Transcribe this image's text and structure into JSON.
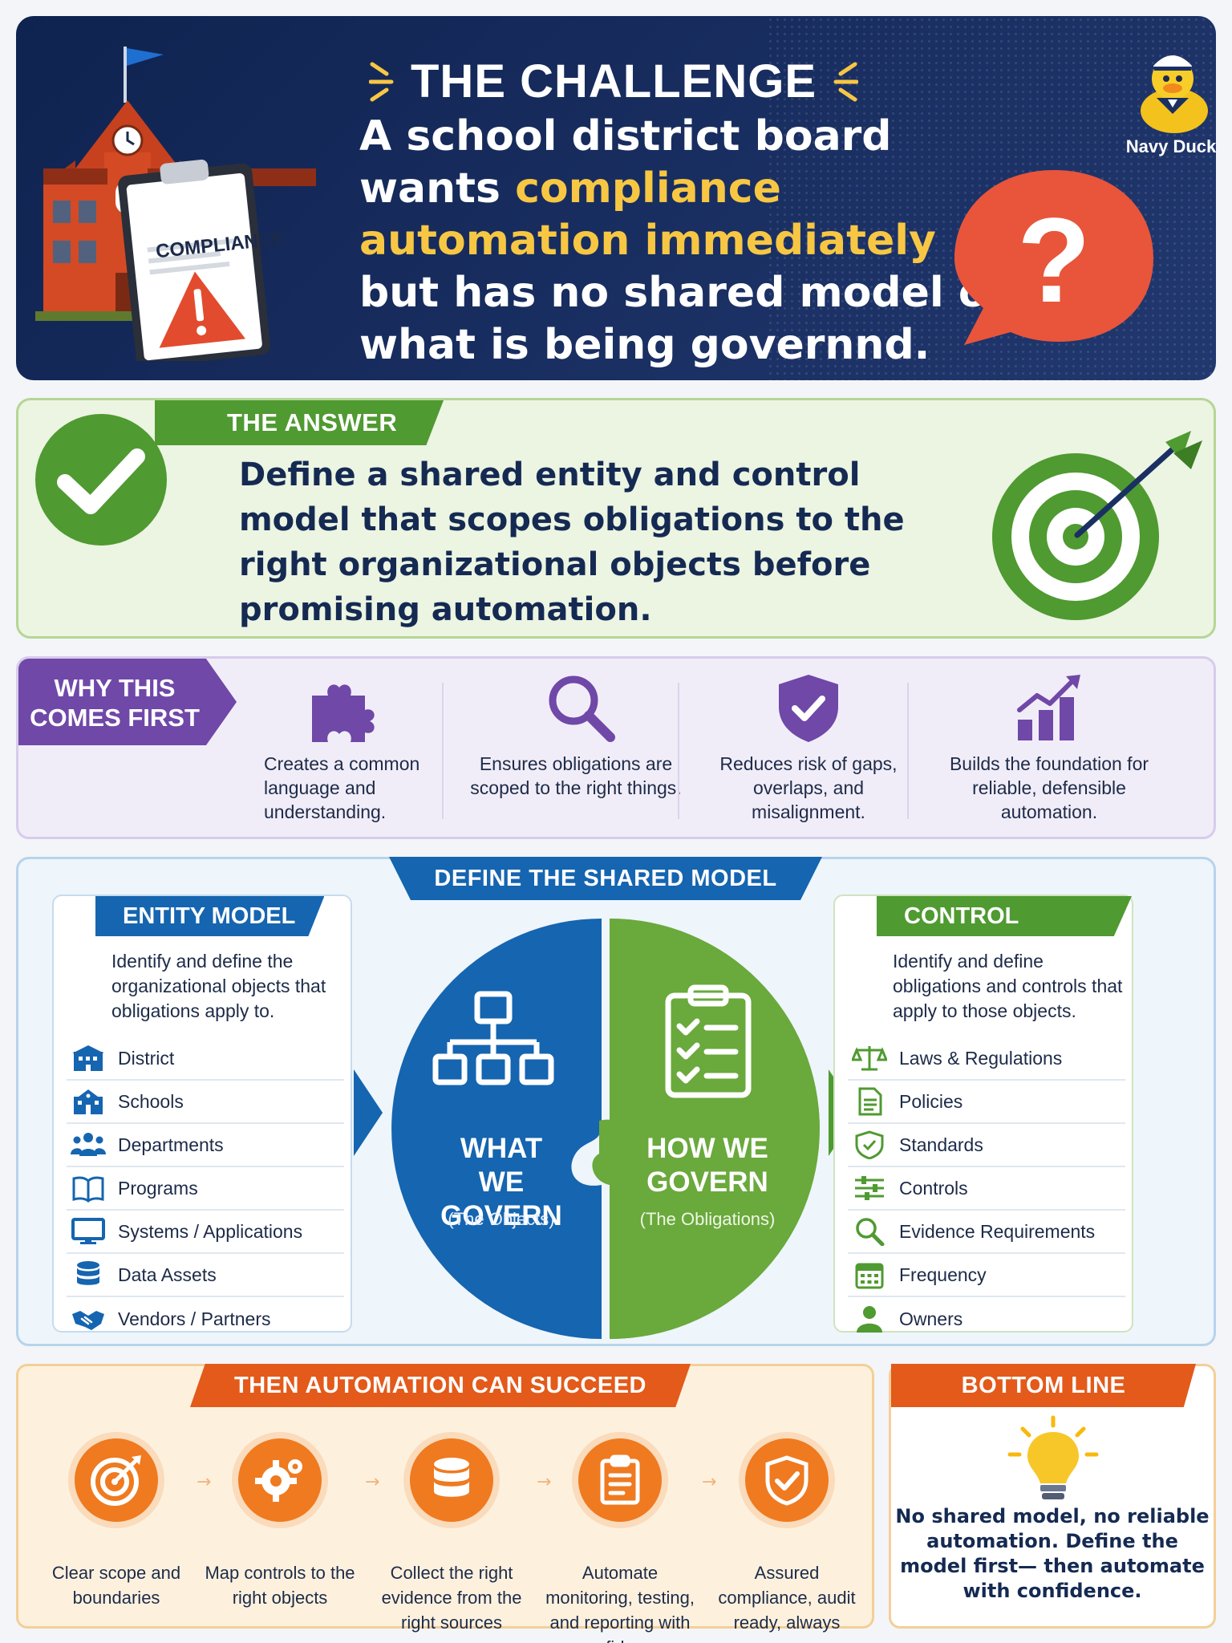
{
  "challenge": {
    "title": "THE CHALLENGE",
    "text_1": "A school district board wants ",
    "text_highlight": "compliance automation immediately",
    "text_2": " but has no shared model of what is being governnd.",
    "badge_text": "COMPLIANCE",
    "mascot_label": "Navy Duck"
  },
  "answer": {
    "tab": "THE ANSWER",
    "text": "Define a shared entity and control model that scopes obligations to the right organizational objects before promising automation."
  },
  "why": {
    "tab": "WHY THIS COMES FIRST",
    "items": [
      {
        "icon": "puzzle-icon",
        "text": "Creates a common language and understanding."
      },
      {
        "icon": "magnifier-icon",
        "text": "Ensures obligations are scoped to the right things."
      },
      {
        "icon": "shield-check-icon",
        "text": "Reduces risk of gaps, overlaps, and misalignment."
      },
      {
        "icon": "growth-chart-icon",
        "text": "Builds the foundation for reliable, defensible automation."
      }
    ]
  },
  "model": {
    "tab": "DEFINE THE SHARED MODEL",
    "entity": {
      "title": "ENTITY MODEL",
      "desc": "Identify and define the organizational objects that obligations apply to.",
      "items": [
        {
          "icon": "building-icon",
          "label": "District"
        },
        {
          "icon": "school-icon",
          "label": "Schools"
        },
        {
          "icon": "people-icon",
          "label": "Departments"
        },
        {
          "icon": "book-icon",
          "label": "Programs"
        },
        {
          "icon": "monitor-icon",
          "label": "Systems / Applications"
        },
        {
          "icon": "database-icon",
          "label": "Data Assets"
        },
        {
          "icon": "handshake-icon",
          "label": "Vendors / Partners"
        }
      ]
    },
    "control": {
      "title": "CONTROL MODEL",
      "desc": "Identify and define obligations and controls that apply to those objects.",
      "items": [
        {
          "icon": "scales-icon",
          "label": "Laws & Regulations"
        },
        {
          "icon": "document-icon",
          "label": "Policies"
        },
        {
          "icon": "shield-icon",
          "label": "Standards"
        },
        {
          "icon": "sliders-icon",
          "label": "Controls"
        },
        {
          "icon": "search-icon",
          "label": "Evidence Requirements"
        },
        {
          "icon": "calendar-icon",
          "label": "Frequency"
        },
        {
          "icon": "person-icon",
          "label": "Owners"
        }
      ]
    },
    "left_half": {
      "title": "WHAT WE GOVERN",
      "sub": "(The Objects)"
    },
    "right_half": {
      "title": "HOW WE GOVERN",
      "sub": "(The Obligations)"
    }
  },
  "automation": {
    "tab": "THEN AUTOMATION CAN SUCCEED",
    "steps": [
      {
        "icon": "target-icon",
        "text": "Clear scope and boundaries"
      },
      {
        "icon": "gears-icon",
        "text": "Map controls to the right objects"
      },
      {
        "icon": "database-icon",
        "text": "Collect the right evidence from the right sources"
      },
      {
        "icon": "clipboard-icon",
        "text": "Automate monitoring, testing, and reporting with confidence"
      },
      {
        "icon": "shield-check-icon",
        "text": "Assured compliance, audit ready, always"
      }
    ]
  },
  "bottom_line": {
    "tab": "BOTTOM LINE",
    "text": "No shared model, no reliable automation. Define the model first— then automate with confidence."
  },
  "colors": {
    "navy": "#0f2350",
    "yellow": "#f7c744",
    "green": "#4f9a31",
    "purple": "#6f48a8",
    "blue": "#1565b0",
    "orange": "#e35a1a"
  }
}
